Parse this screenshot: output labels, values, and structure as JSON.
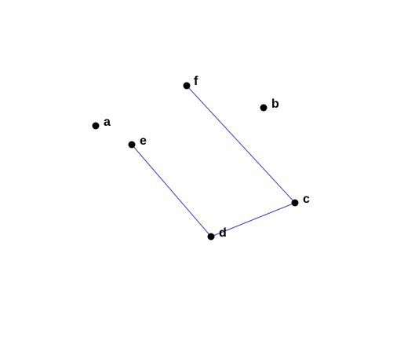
{
  "diagram": {
    "points": [
      {
        "id": "a",
        "label": "a"
      },
      {
        "id": "b",
        "label": "b"
      },
      {
        "id": "c",
        "label": "c"
      },
      {
        "id": "d",
        "label": "d"
      },
      {
        "id": "e",
        "label": "e"
      },
      {
        "id": "f",
        "label": "f"
      }
    ],
    "edges": [
      {
        "from": "e",
        "to": "d"
      },
      {
        "from": "d",
        "to": "c"
      },
      {
        "from": "c",
        "to": "f"
      }
    ],
    "colors": {
      "point": "#000000",
      "edge": "#3a3ad0",
      "label": "#000000",
      "background": "#ffffff"
    }
  }
}
